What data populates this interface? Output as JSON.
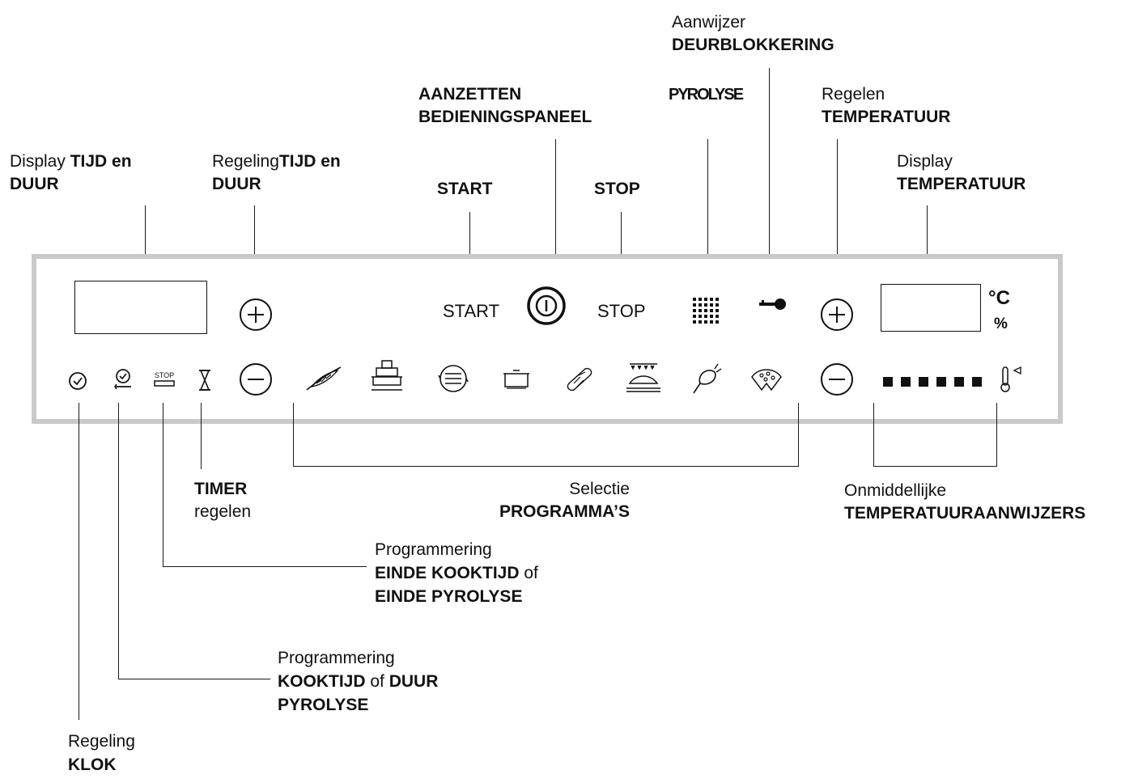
{
  "labels": {
    "display_time": {
      "pre": "Display ",
      "bold1": "TIJD en",
      "bold2": "DUUR"
    },
    "regeling_time": {
      "pre": "Regeling",
      "bold1": "TIJD en",
      "bold2": "DUUR"
    },
    "start": "START",
    "aanzetten": {
      "line1": "AANZETTEN",
      "line2": "BEDIENINGSPANEEL"
    },
    "stop": "STOP",
    "pyrolyse": "PYROLYSE",
    "deurblokkering": {
      "line1": "Aanwijzer",
      "line2": "DEURBLOKKERING"
    },
    "regelen_temp": {
      "line1": "Regelen",
      "line2": "TEMPERATUUR"
    },
    "display_temp": {
      "line1": "Display",
      "line2": "TEMPERATUUR"
    },
    "timer": {
      "line1": "TIMER",
      "line2": "regelen"
    },
    "programmas": {
      "line1": "Selectie",
      "line2": "PROGRAMMA’S"
    },
    "temp_indicators": {
      "line1": "Onmiddellijke",
      "line2": "TEMPERATUURAANWIJZERS"
    },
    "einde": {
      "line1": "Programmering",
      "bold1": "EINDE KOOKTIJD",
      "mid": " of",
      "bold2": "EINDE PYROLYSE"
    },
    "kooktijd": {
      "line1": "Programmering",
      "bold1": "KOOKTIJD",
      "mid": " of ",
      "bold2": "DUUR",
      "bold3": "PYROLYSE"
    },
    "klok": {
      "line1": "Regeling",
      "line2": "KLOK"
    }
  },
  "panel": {
    "start_text": "START",
    "stop_text": "STOP",
    "stop_icon_text": "STOP",
    "celsius": "°C",
    "percent": "%",
    "icons_top": [
      "plus-icon",
      "power-icon",
      "pyrolyse-grid-icon",
      "key-icon",
      "plus-icon"
    ],
    "icons_bottom": [
      "clock-icon",
      "cooking-time-icon",
      "end-time-icon",
      "hourglass-icon",
      "minus-icon",
      "grill-icon",
      "pastry-icon",
      "fan-icon",
      "pot-icon",
      "roll-icon",
      "top-heat-icon",
      "poultry-icon",
      "pizza-icon",
      "minus-icon",
      "thermometer-icon"
    ],
    "temp_indicator_count": 6
  },
  "colors": {
    "panel_border": "#c9c9c9",
    "ink": "#111111"
  }
}
